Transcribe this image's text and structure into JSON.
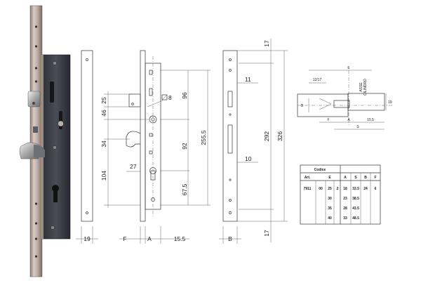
{
  "diagram": {
    "main_dims": {
      "d25": "25",
      "d46": "46",
      "d34": "34",
      "d104": "104",
      "d96": "96",
      "d92": "92",
      "d255": "255.5",
      "d67": "67.5",
      "d27": "27",
      "d8": "8",
      "d11": "11",
      "d10": "10",
      "d17_top": "17",
      "d17_bottom": "17",
      "d292": "292",
      "d326": "326"
    },
    "bottom_labels": {
      "w19": "19",
      "f": "F",
      "a": "A",
      "w155": "15.5",
      "b": "B"
    },
    "cyl": {
      "e": "E",
      "asse": "ASSE",
      "cilindro": "CILINDRO",
      "r1217": "12/17",
      "b": "B",
      "f": "F",
      "a": "A",
      "r155": "15.5",
      "s": "S",
      "h19": "19"
    },
    "table": {
      "title": "Codice",
      "headers": [
        "Art.",
        "",
        "E",
        "",
        "A",
        "S",
        "B",
        "F"
      ],
      "art": "7911",
      "code": "00",
      "rows": [
        {
          "e": "25",
          "n": "2",
          "a": "18",
          "s": "33.5",
          "b": "24",
          "f": "6"
        },
        {
          "e": "30",
          "n": "",
          "a": "23",
          "s": "38.5",
          "b": "",
          "f": ""
        },
        {
          "e": "35",
          "n": "",
          "a": "28",
          "s": "43.5",
          "b": "",
          "f": ""
        },
        {
          "e": "40",
          "n": "",
          "a": "33",
          "s": "48.5",
          "b": "",
          "f": ""
        }
      ]
    },
    "icons": [
      "lock-photo-icon",
      "square-bolt-icon"
    ]
  }
}
